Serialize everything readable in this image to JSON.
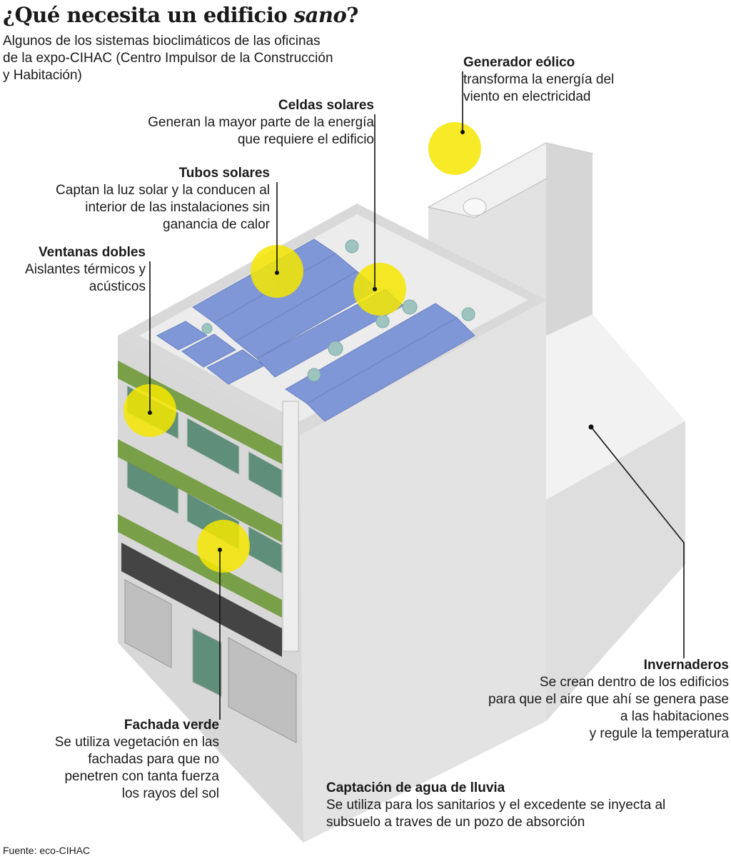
{
  "title": {
    "main": "¿Qué necesita un edificio ",
    "emphasis": "sano",
    "end": "?"
  },
  "subtitle": "Algunos de los sistemas bioclimáticos de las oficinas de la expo-CIHAC (Centro Impulsor de la Construcción y Habitación)",
  "labels": {
    "generador": {
      "heading": "Generador eólico",
      "text": [
        "transforma la energía del",
        "viento en electricidad"
      ]
    },
    "celdas": {
      "heading": "Celdas solares",
      "text": [
        "Generan la mayor parte de la energía",
        "que requiere el edificio"
      ]
    },
    "tubos": {
      "heading": "Tubos solares",
      "text": [
        "Captan la luz solar y la conducen al",
        "interior de las instalaciones sin",
        "ganancia de calor"
      ]
    },
    "ventanas": {
      "heading": "Ventanas dobles",
      "text": [
        "Aislantes térmicos y",
        "acústicos"
      ]
    },
    "fachada": {
      "heading": "Fachada verde",
      "text": [
        "Se utiliza vegetación en las",
        "fachadas para que no",
        "penetren con tanta fuerza",
        "los rayos del sol"
      ]
    },
    "invernaderos": {
      "heading": "Invernaderos",
      "text": [
        "Se crean dentro de los edificios",
        "para que el aire que ahí se genera pase",
        "a las habitaciones",
        "y regule la temperatura"
      ]
    },
    "captacion": {
      "heading": "Captación de agua de lluvia",
      "text": [
        "Se utiliza para los sanitarios y el excedente se inyecta al",
        "subsuelo a traves de un pozo de absorción"
      ]
    }
  },
  "source": "Fuente: eco-CIHAC",
  "colors": {
    "highlight": "#f5e800",
    "panel": "#7f97d6",
    "wall": "#e6e6e6",
    "plant": "#6f9a3a"
  }
}
